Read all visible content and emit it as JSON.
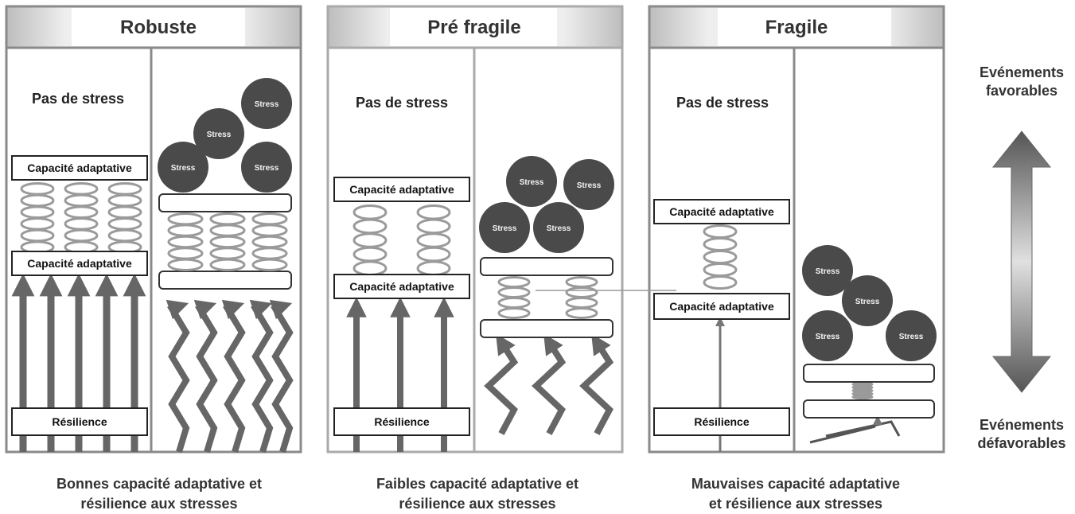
{
  "panels": [
    {
      "title": "Robuste",
      "no_stress_label": "Pas de stress",
      "capacity_label_top": "Capacité adaptative",
      "capacity_label_bottom": "Capacité adaptative",
      "resilience_label": "Résilience",
      "stress_label": "Stress",
      "caption_line1": "Bonnes capacité adaptative et",
      "caption_line2": "résilience aux stresses"
    },
    {
      "title": "Pré fragile",
      "no_stress_label": "Pas de stress",
      "capacity_label_top": "Capacité adaptative",
      "capacity_label_bottom": "Capacité adaptative",
      "resilience_label": "Résilience",
      "stress_label": "Stress",
      "caption_line1": "Faibles capacité adaptative et",
      "caption_line2": "résilience aux stresses"
    },
    {
      "title": "Fragile",
      "no_stress_label": "Pas de stress",
      "capacity_label_top": "Capacité adaptative",
      "capacity_label_bottom": "Capacité adaptative",
      "resilience_label": "Résilience",
      "stress_label": "Stress",
      "caption_line1": "Mauvaises capacité adaptative",
      "caption_line2": "et résilience aux stresses"
    }
  ],
  "scale": {
    "top_label_line1": "Evénements",
    "top_label_line2": "favorables",
    "bottom_label_line1": "Evénements",
    "bottom_label_line2": "défavorables"
  },
  "colors": {
    "stress_ball": "#4a4a4a",
    "frame": "#8a8a8a",
    "arrow": "#666666",
    "spring": "#9a9a9a"
  }
}
